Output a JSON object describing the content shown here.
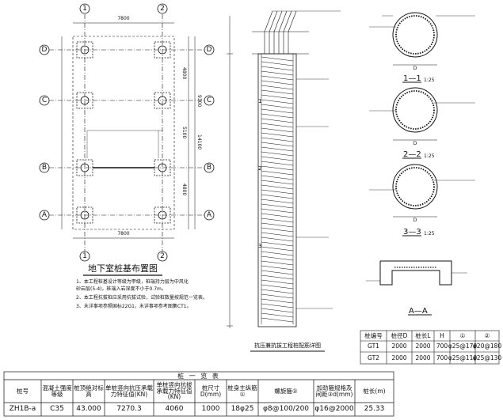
{
  "plan": {
    "title": "地下室桩基布置图",
    "grid_cols": [
      "1",
      "2"
    ],
    "grid_rows": [
      "D",
      "C",
      "B",
      "A"
    ],
    "dim_top": "7800",
    "dim_bottom": "7800",
    "dim_right": [
      "4800",
      "5100",
      "4800",
      "9300",
      "14100"
    ],
    "notes": [
      "1、本工程桩基设计等级为甲级，桩端持力层为中风化",
      "   砂岩层(5-4)，桩端入岩深度不小于0.7m。",
      "2、本工程抗拔桩应采用抗拔试验，试验桩数量按规范一览表。",
      "3、未详事项参照国标22G1，未详事项参考图集CT1。"
    ]
  },
  "elev": {
    "caption": "抗压兼抗拔工程桩配筋详图",
    "section_marks": [
      "1",
      "2",
      "3"
    ]
  },
  "sections": {
    "s1": "1—1",
    "s2": "2—2",
    "s3": "3—3",
    "scale": "1:25",
    "aa": "A—A",
    "d": "D"
  },
  "small_table": {
    "headers": [
      "桩编号",
      "桩径D",
      "桩长L",
      "H",
      "①",
      "②"
    ],
    "rows": [
      [
        "GT1",
        "2000",
        "2000",
        "700",
        "φ25@170",
        "φ20@180"
      ],
      [
        "GT2",
        "2000",
        "2000",
        "700",
        "φ25@110",
        "φ25@130"
      ]
    ]
  },
  "main_table": {
    "title": "桩 一 览 表",
    "headers": [
      "桩号",
      "混凝土强度等级",
      "桩顶绝对标高",
      "单桩竖向抗压承载力特征值(KN)",
      "单桩竖向抗拔承载力特征值(KN)",
      "桩尺寸D(mm)",
      "桩身主纵筋①",
      "螺旋箍②",
      "加劲箍规格及间距③d(mm)",
      "桩长(m)"
    ],
    "row": [
      "ZH1B-a",
      "C35",
      "43.000",
      "7270.3",
      "4060",
      "1000",
      "18φ25",
      "φ8@100/200",
      "φ16@2000",
      "25.33"
    ]
  }
}
